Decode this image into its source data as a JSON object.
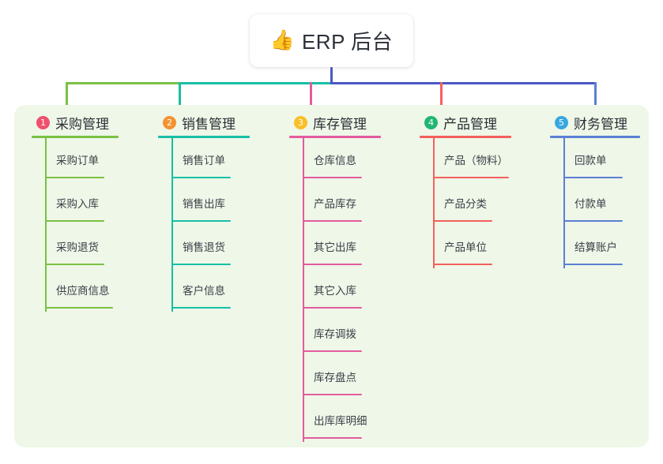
{
  "root": {
    "emoji": "👍",
    "emoji_name": "thumbs-up-icon",
    "title": "ERP 后台"
  },
  "theme": {
    "canvas_bg": "#ffffff",
    "panel_bg": "#eef7e8",
    "root_bg": "#ffffff",
    "text": "#2b2f36",
    "item_text": "#3a3f47",
    "trunk": "#4a58c4"
  },
  "connector": {
    "trunk_color": "#4a58c4",
    "segments": [
      {
        "name": "bar-green",
        "color": "#7ac143"
      },
      {
        "name": "bar-teal",
        "color": "#18bfa6"
      },
      {
        "name": "bar-blue",
        "color": "#4a58c4"
      }
    ]
  },
  "columns": [
    {
      "index": "1",
      "title": "采购管理",
      "badge_color": "#f0506e",
      "line_color": "#7ac143",
      "items": [
        "采购订单",
        "采购入库",
        "采购退货",
        "供应商信息"
      ]
    },
    {
      "index": "2",
      "title": "销售管理",
      "badge_color": "#f5922f",
      "line_color": "#18bfa6",
      "items": [
        "销售订单",
        "销售出库",
        "销售退货",
        "客户信息"
      ]
    },
    {
      "index": "3",
      "title": "库存管理",
      "badge_color": "#f9bf26",
      "line_color": "#e45ba0",
      "items": [
        "仓库信息",
        "产品库存",
        "其它出库",
        "其它入库",
        "库存调拨",
        "库存盘点",
        "出库库明细"
      ]
    },
    {
      "index": "4",
      "title": "产品管理",
      "badge_color": "#22b573",
      "line_color": "#f4605c",
      "items": [
        "产品（物料）",
        "产品分类",
        "产品单位"
      ]
    },
    {
      "index": "5",
      "title": "财务管理",
      "badge_color": "#39a7e0",
      "line_color": "#5b7fd4",
      "items": [
        "回款单",
        "付款单",
        "结算账户"
      ]
    }
  ]
}
